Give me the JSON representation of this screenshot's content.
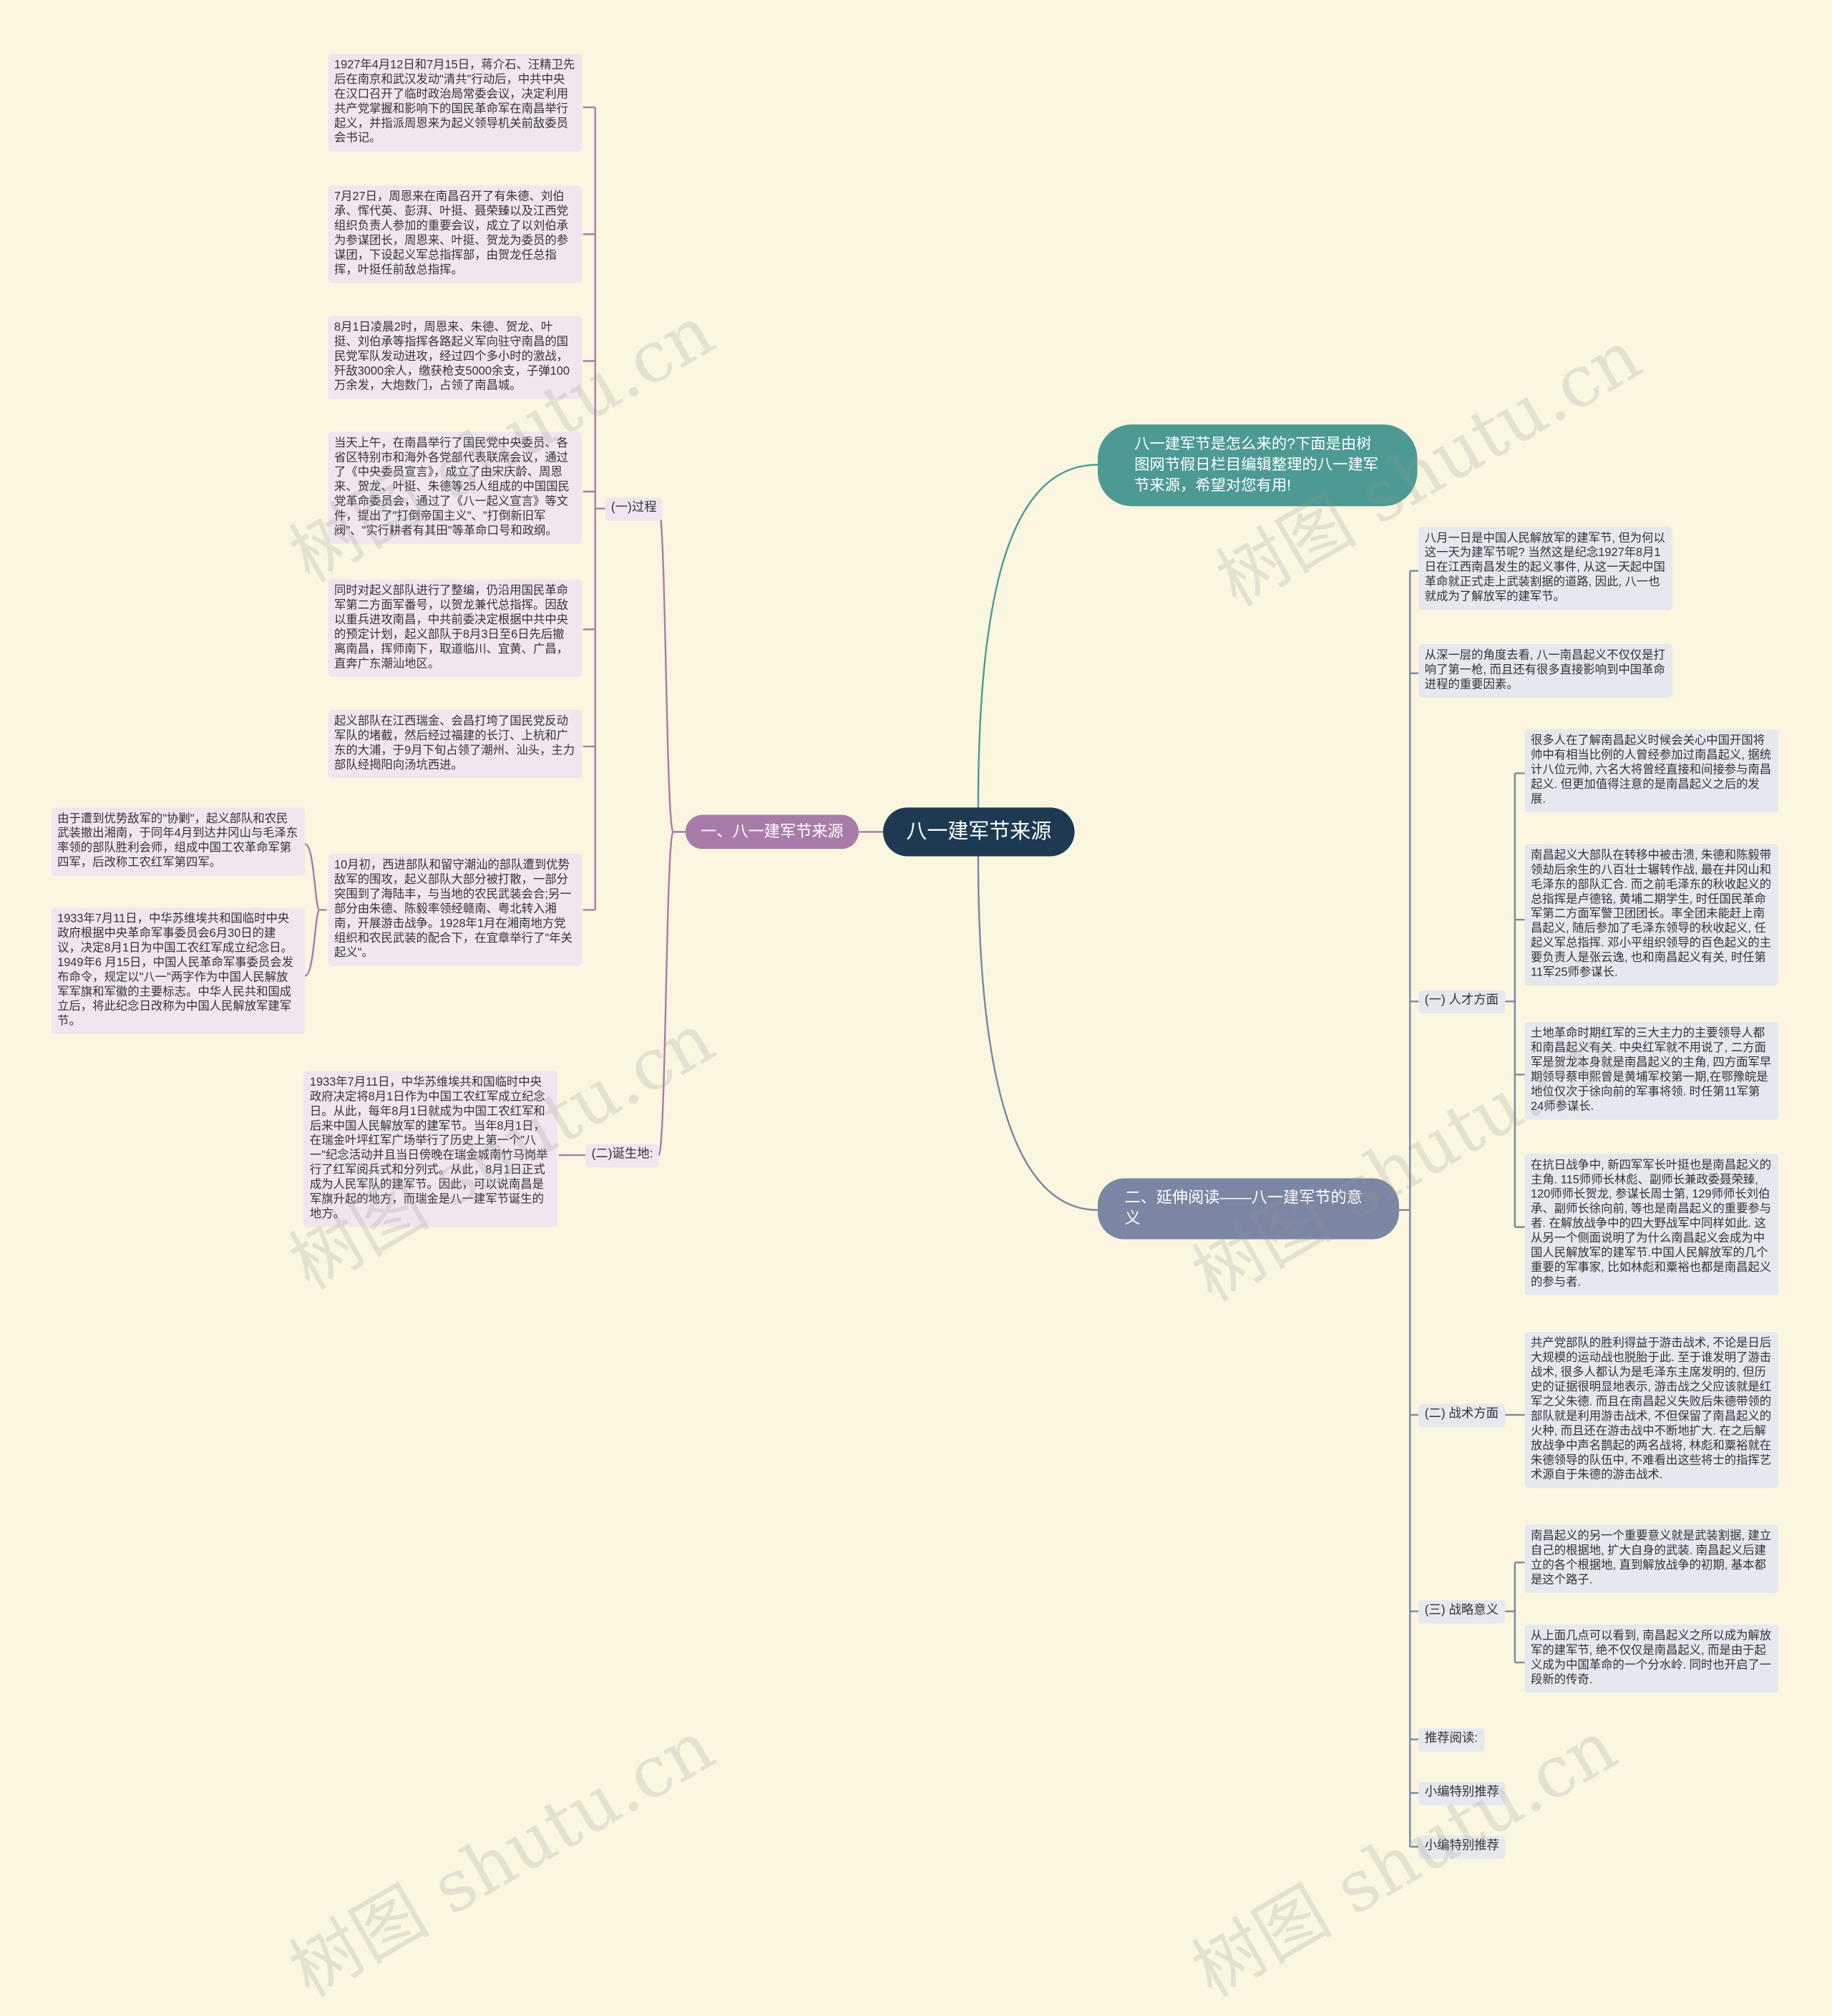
{
  "root": "八一建军节来源",
  "intro": "八一建军节是怎么来的?下面是由树图网节假日栏目编辑整理的八一建军节来源，希望对您有用!",
  "left": {
    "title": "一、八一建军节来源",
    "process": {
      "label": "(一)过程",
      "items": [
        "1927年4月12日和7月15日，蒋介石、汪精卫先后在南京和武汉发动\"清共\"行动后，中共中央在汉口召开了临时政治局常委会议，决定利用共产党掌握和影响下的国民革命军在南昌举行起义，并指派周恩来为起义领导机关前敌委员会书记。",
        "7月27日，周恩来在南昌召开了有朱德、刘伯承、恽代英、彭湃、叶挺、聂荣臻以及江西党组织负责人参加的重要会议，成立了以刘伯承为参谋团长，周恩来、叶挺、贺龙为委员的参谋团，下设起义军总指挥部，由贺龙任总指挥，叶挺任前敌总指挥。",
        "8月1日凌晨2时，周恩来、朱德、贺龙、叶挺、刘伯承等指挥各路起义军向驻守南昌的国民党军队发动进攻，经过四个多小时的激战，歼敌3000余人，缴获枪支5000余支，子弹100万余发，大炮数门，占领了南昌城。",
        "当天上午，在南昌举行了国民党中央委员、各省区特别市和海外各党部代表联席会议，通过了《中央委员宣言》，成立了由宋庆龄、周恩来、贺龙、叶挺、朱德等25人组成的中国国民党革命委员会，通过了《八一起义宣言》等文件，提出了\"打倒帝国主义\"、\"打倒新旧军阀\"、\"实行耕者有其田\"等革命口号和政纲。",
        "同时对起义部队进行了整编，仍沿用国民革命军第二方面军番号，以贺龙兼代总指挥。因敌以重兵进攻南昌，中共前委决定根据中共中央的预定计划，起义部队于8月3日至6日先后撤离南昌，挥师南下，取道临川、宜黄、广昌，直奔广东潮汕地区。",
        "起义部队在江西瑞金、会昌打垮了国民党反动军队的堵截，然后经过福建的长汀、上杭和广东的大浦，于9月下旬占领了潮州、汕头，主力部队经揭阳向汤坑西进。",
        "10月初，西进部队和留守潮汕的部队遭到优势敌军的围攻，起义部队大部分被打散，一部分突围到了海陆丰，与当地的农民武装会合;另一部分由朱德、陈毅率领经赣南、粤北转入湘南，开展游击战争。1928年1月在湘南地方党组织和农民武装的配合下，在宜章举行了\"年关起义\"。"
      ],
      "sub": [
        "由于遭到优势敌军的\"协剿\"，起义部队和农民武装撤出湘南，于同年4月到达井冈山与毛泽东率领的部队胜利会师，组成中国工农革命军第四军，后改称工农红军第四军。",
        "1933年7月11日，中华苏维埃共和国临时中央政府根据中央革命军事委员会6月30日的建议，决定8月1日为中国工农红军成立纪念日。1949年6 月15日，中国人民革命军事委员会发布命令，规定以\"八一\"两字作为中国人民解放军军旗和军徽的主要标志。中华人民共和国成立后，将此纪念日改称为中国人民解放军建军节。"
      ]
    },
    "birthplace": {
      "label": "(二)诞生地:",
      "text": "1933年7月11日，中华苏维埃共和国临时中央政府决定将8月1日作为中国工农红军成立纪念日。从此，每年8月1日就成为中国工农红军和后来中国人民解放军的建军节。当年8月1日，在瑞金叶坪红军广场举行了历史上第一个\"八一\"纪念活动并且当日傍晚在瑞金城南竹马岗举行了红军阅兵式和分列式。从此，8月1日正式成为人民军队的建军节。因此，可以说南昌是军旗升起的地方，而瑞金是八一建军节诞生的地方。"
    }
  },
  "right": {
    "title": "二、延伸阅读——八一建军节的意义",
    "p1": "八月一日是中国人民解放军的建军节, 但为何以这一天为建军节呢? 当然这是纪念1927年8月1日在江西南昌发生的起义事件, 从这一天起中国革命就正式走上武装割据的道路, 因此, 八一也就成为了解放军的建军节。",
    "p2": "从深一层的角度去看, 八一南昌起义不仅仅是打响了第一枪, 而且还有很多直接影响到中国革命进程的重要因素。",
    "talent": {
      "label": "(一) 人才方面",
      "items": [
        "很多人在了解南昌起义时候会关心中国开国将帅中有相当比例的人曾经参加过南昌起义, 据统计八位元帅, 六名大将曾经直接和间接参与南昌起义. 但更加值得注意的是南昌起义之后的发展.",
        "南昌起义大部队在转移中被击溃, 朱德和陈毅带领劫后余生的八百壮士辗转作战, 最在井冈山和毛泽东的部队汇合. 而之前毛泽东的秋收起义的总指挥是卢德铭, 黄埔二期学生, 时任国民革命军第二方面军警卫团团长。率全团未能赶上南昌起义, 随后参加了毛泽东领导的秋收起义, 任起义军总指挥. 邓小平组织领导的百色起义的主要负责人是张云逸, 也和南昌起义有关, 时任第11军25师参谋长.",
        "土地革命时期红军的三大主力的主要领导人都和南昌起义有关. 中央红军就不用说了, 二方面军是贺龙本身就是南昌起义的主角, 四方面军早期领导蔡申熙曾是黄埔军校第一期,在鄂豫皖是地位仅次于徐向前的军事将领. 时任第11军第24师参谋长.",
        "在抗日战争中, 新四军军长叶挺也是南昌起义的主角. 115师师长林彪、副师长兼政委聂荣臻, 120师师长贺龙, 参谋长周士第, 129师师长刘伯承、副师长徐向前, 等也是南昌起义的重要参与者. 在解放战争中的四大野战军中同样如此. 这从另一个侧面说明了为什么南昌起义会成为中国人民解放军的建军节.中国人民解放军的几个重要的军事家, 比如林彪和粟裕也都是南昌起义的参与者."
      ]
    },
    "tactics": {
      "label": "(二) 战术方面",
      "text": "共产党部队的胜利得益于游击战术, 不论是日后大规模的运动战也脱胎于此. 至于谁发明了游击战术, 很多人都认为是毛泽东主席发明的, 但历史的证据很明显地表示, 游击战之父应该就是红军之父朱德. 而且在南昌起义失败后朱德带领的部队就是利用游击战术, 不但保留了南昌起义的火种, 而且还在游击战中不断地扩大. 在之后解放战争中声名鹊起的两名战将, 林彪和粟裕就在朱德领导的队伍中, 不难看出这些将士的指挥艺术源自于朱德的游击战术."
    },
    "strategy": {
      "label": "(三) 战略意义",
      "items": [
        "南昌起义的另一个重要意义就是武装割据, 建立自己的根据地, 扩大自身的武装. 南昌起义后建立的各个根据地, 直到解放战争的初期, 基本都是这个路子.",
        "从上面几点可以看到, 南昌起义之所以成为解放军的建军节, 绝不仅仅是南昌起义, 而是由于起义成为中国革命的一个分水岭. 同时也开启了一段新的传奇."
      ]
    },
    "rec": [
      "推荐阅读:",
      "小编特别推荐",
      "小编特别推荐"
    ]
  },
  "watermark": "树图 shutu.cn",
  "colors": {
    "background": "#faf6e0",
    "root": "#1d3a52",
    "branch_left": "#a97ba9",
    "branch_right": "#7b86a5",
    "intro": "#4c9a93"
  }
}
